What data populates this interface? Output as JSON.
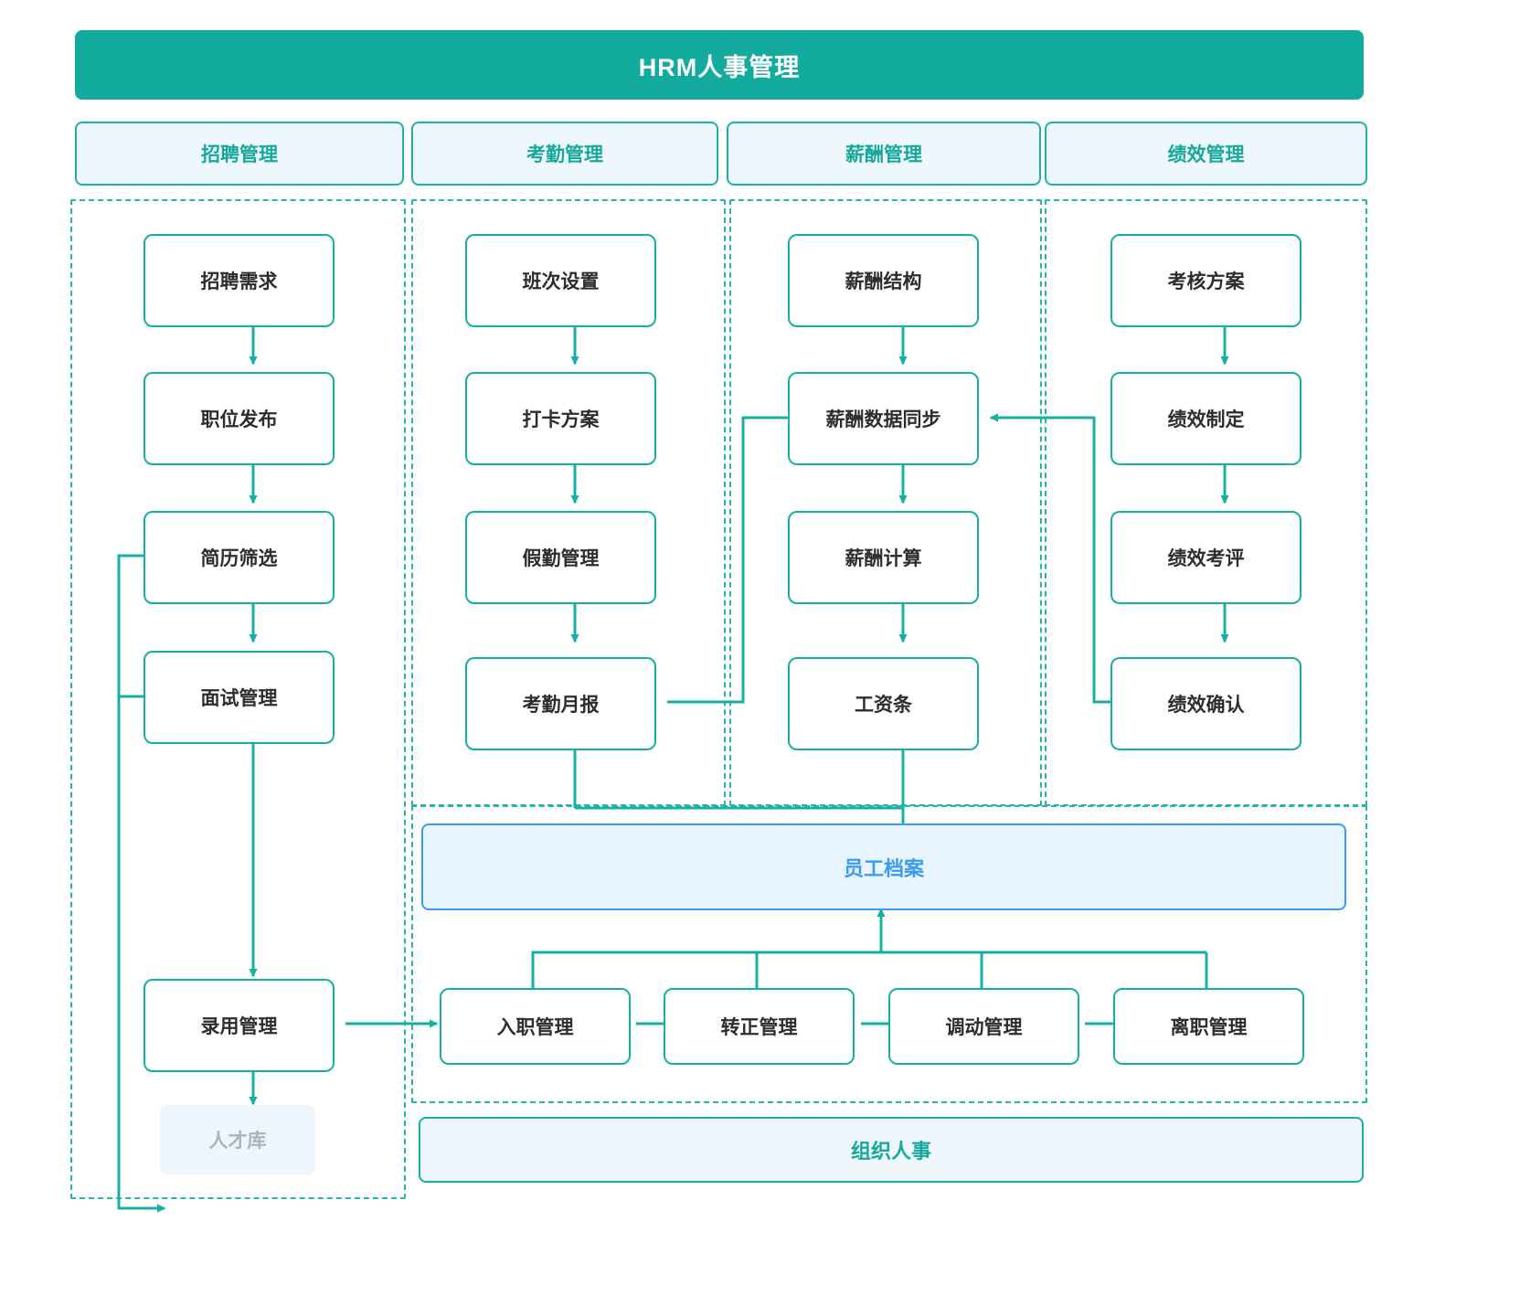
{
  "meta": {
    "colors": {
      "teal": "#13ab9e",
      "teal_line": "#16b0a2",
      "teal_text": "#16a99b",
      "blue": "#3a9bf0",
      "blue_fill": "#e8f4fe",
      "tab_fill": "#eef7fd",
      "muted_text": "#a9b4bf",
      "muted_fill": "#eef5fb",
      "node_text": "#2d2d2d",
      "band_fill": "#eff7fc"
    }
  },
  "header": {
    "title": "HRM人事管理"
  },
  "tabs": [
    {
      "label": "招聘管理"
    },
    {
      "label": "考勤管理"
    },
    {
      "label": "薪酬管理"
    },
    {
      "label": "绩效管理"
    }
  ],
  "columns": {
    "recruitment": {
      "title": "招聘管理",
      "nodes": [
        {
          "label": "招聘需求"
        },
        {
          "label": "职位发布"
        },
        {
          "label": "简历筛选"
        },
        {
          "label": "面试管理"
        },
        {
          "label": "录用管理"
        },
        {
          "label": "人才库"
        }
      ]
    },
    "attendance": {
      "title": "考勤管理",
      "nodes": [
        {
          "label": "班次设置"
        },
        {
          "label": "打卡方案"
        },
        {
          "label": "假勤管理"
        },
        {
          "label": "考勤月报"
        }
      ]
    },
    "payroll": {
      "title": "薪酬管理",
      "nodes": [
        {
          "label": "薪酬结构"
        },
        {
          "label": "薪酬数据同步"
        },
        {
          "label": "薪酬计算"
        },
        {
          "label": "工资条"
        }
      ]
    },
    "performance": {
      "title": "绩效管理",
      "nodes": [
        {
          "label": "考核方案"
        },
        {
          "label": "绩效制定"
        },
        {
          "label": "绩效考评"
        },
        {
          "label": "绩效确认"
        }
      ]
    }
  },
  "employee_file": {
    "label": "员工档案"
  },
  "lifecycle": {
    "nodes": [
      {
        "label": "入职管理"
      },
      {
        "label": "转正管理"
      },
      {
        "label": "调动管理"
      },
      {
        "label": "离职管理"
      }
    ]
  },
  "org_band": {
    "label": "组织人事"
  }
}
